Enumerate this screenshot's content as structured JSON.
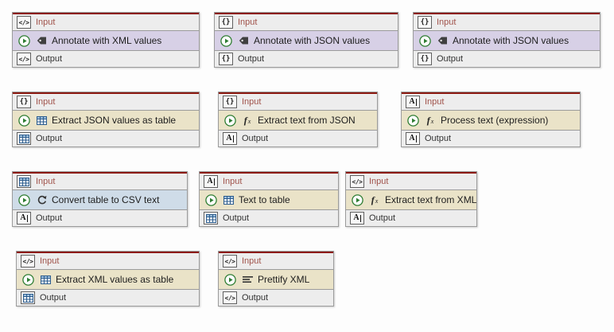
{
  "labels": {
    "input": "Input",
    "output": "Output"
  },
  "colors": {
    "accent_top": "#8c1a11",
    "header_bg": "#ededed",
    "input_text": "#a0524a",
    "annotate_bg": "#d7d0e6",
    "extract_bg": "#eae3c8",
    "convert_bg": "#cfdce8"
  },
  "icon_names": [
    "xml-icon",
    "json-icon",
    "table-icon",
    "text-icon",
    "tag-icon",
    "fx-icon",
    "play-icon",
    "convert-icon",
    "prettify-icon"
  ],
  "cards": [
    {
      "title": "Annotate with XML values",
      "input_icon": "xml",
      "output_icon": "xml",
      "op_icon": "tag",
      "body": "annotate"
    },
    {
      "title": "Annotate with JSON values",
      "input_icon": "json",
      "output_icon": "json",
      "op_icon": "tag",
      "body": "annotate"
    },
    {
      "title": "Annotate with JSON values",
      "input_icon": "json",
      "output_icon": "json",
      "op_icon": "tag",
      "body": "annotate"
    },
    {
      "title": "Extract JSON values as table",
      "input_icon": "json",
      "output_icon": "table",
      "op_icon": "table",
      "body": "extract"
    },
    {
      "title": "Extract text from JSON",
      "input_icon": "json",
      "output_icon": "text",
      "op_icon": "fx",
      "body": "extract"
    },
    {
      "title": "Process text (expression)",
      "input_icon": "text",
      "output_icon": "text",
      "op_icon": "fx",
      "body": "extract"
    },
    {
      "title": "Convert table to CSV text",
      "input_icon": "table",
      "output_icon": "text",
      "op_icon": "convert",
      "body": "convert"
    },
    {
      "title": "Text to table",
      "input_icon": "text",
      "output_icon": "table",
      "op_icon": "table",
      "body": "extract"
    },
    {
      "title": "Extract text from XML",
      "input_icon": "xml",
      "output_icon": "text",
      "op_icon": "fx",
      "body": "extract"
    },
    {
      "title": "Extract XML values as table",
      "input_icon": "xml",
      "output_icon": "table",
      "op_icon": "table",
      "body": "extract"
    },
    {
      "title": "Prettify XML",
      "input_icon": "xml",
      "output_icon": "xml",
      "op_icon": "prettify",
      "body": "extract"
    }
  ]
}
